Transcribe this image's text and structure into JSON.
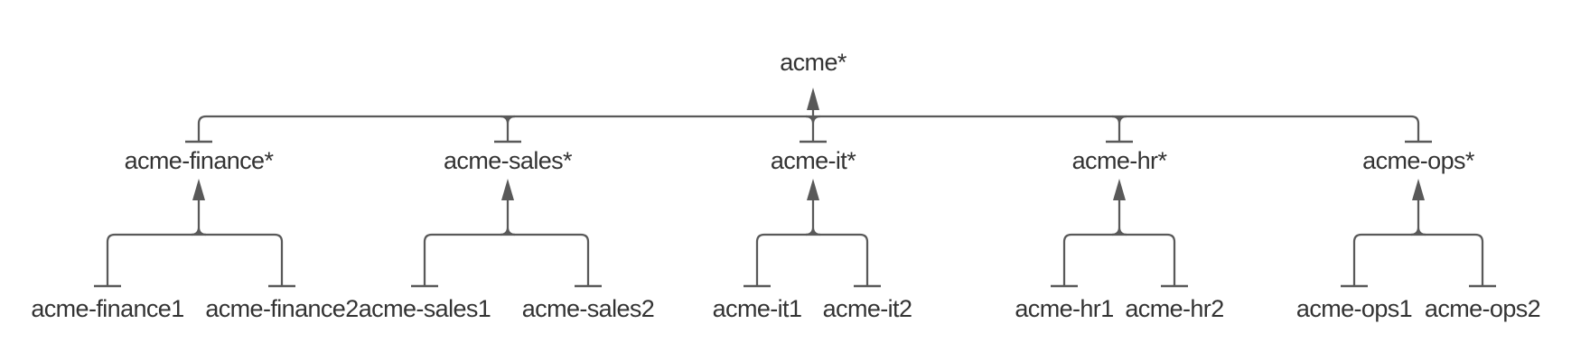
{
  "colors": {
    "background": "#ffffff",
    "line": "#595959",
    "text": "#333333"
  },
  "tree": {
    "root": {
      "label": "acme*"
    },
    "groups": [
      {
        "label": "acme-finance*",
        "children": [
          "acme-finance1",
          "acme-finance2"
        ]
      },
      {
        "label": "acme-sales*",
        "children": [
          "acme-sales1",
          "acme-sales2"
        ]
      },
      {
        "label": "acme-it*",
        "children": [
          "acme-it1",
          "acme-it2"
        ]
      },
      {
        "label": "acme-hr*",
        "children": [
          "acme-hr1",
          "acme-hr2"
        ]
      },
      {
        "label": "acme-ops*",
        "children": [
          "acme-ops1",
          "acme-ops2"
        ]
      }
    ],
    "edge_style": {
      "head_marker": "arrow",
      "tail_marker": "tee",
      "direction": "child-to-parent"
    }
  }
}
